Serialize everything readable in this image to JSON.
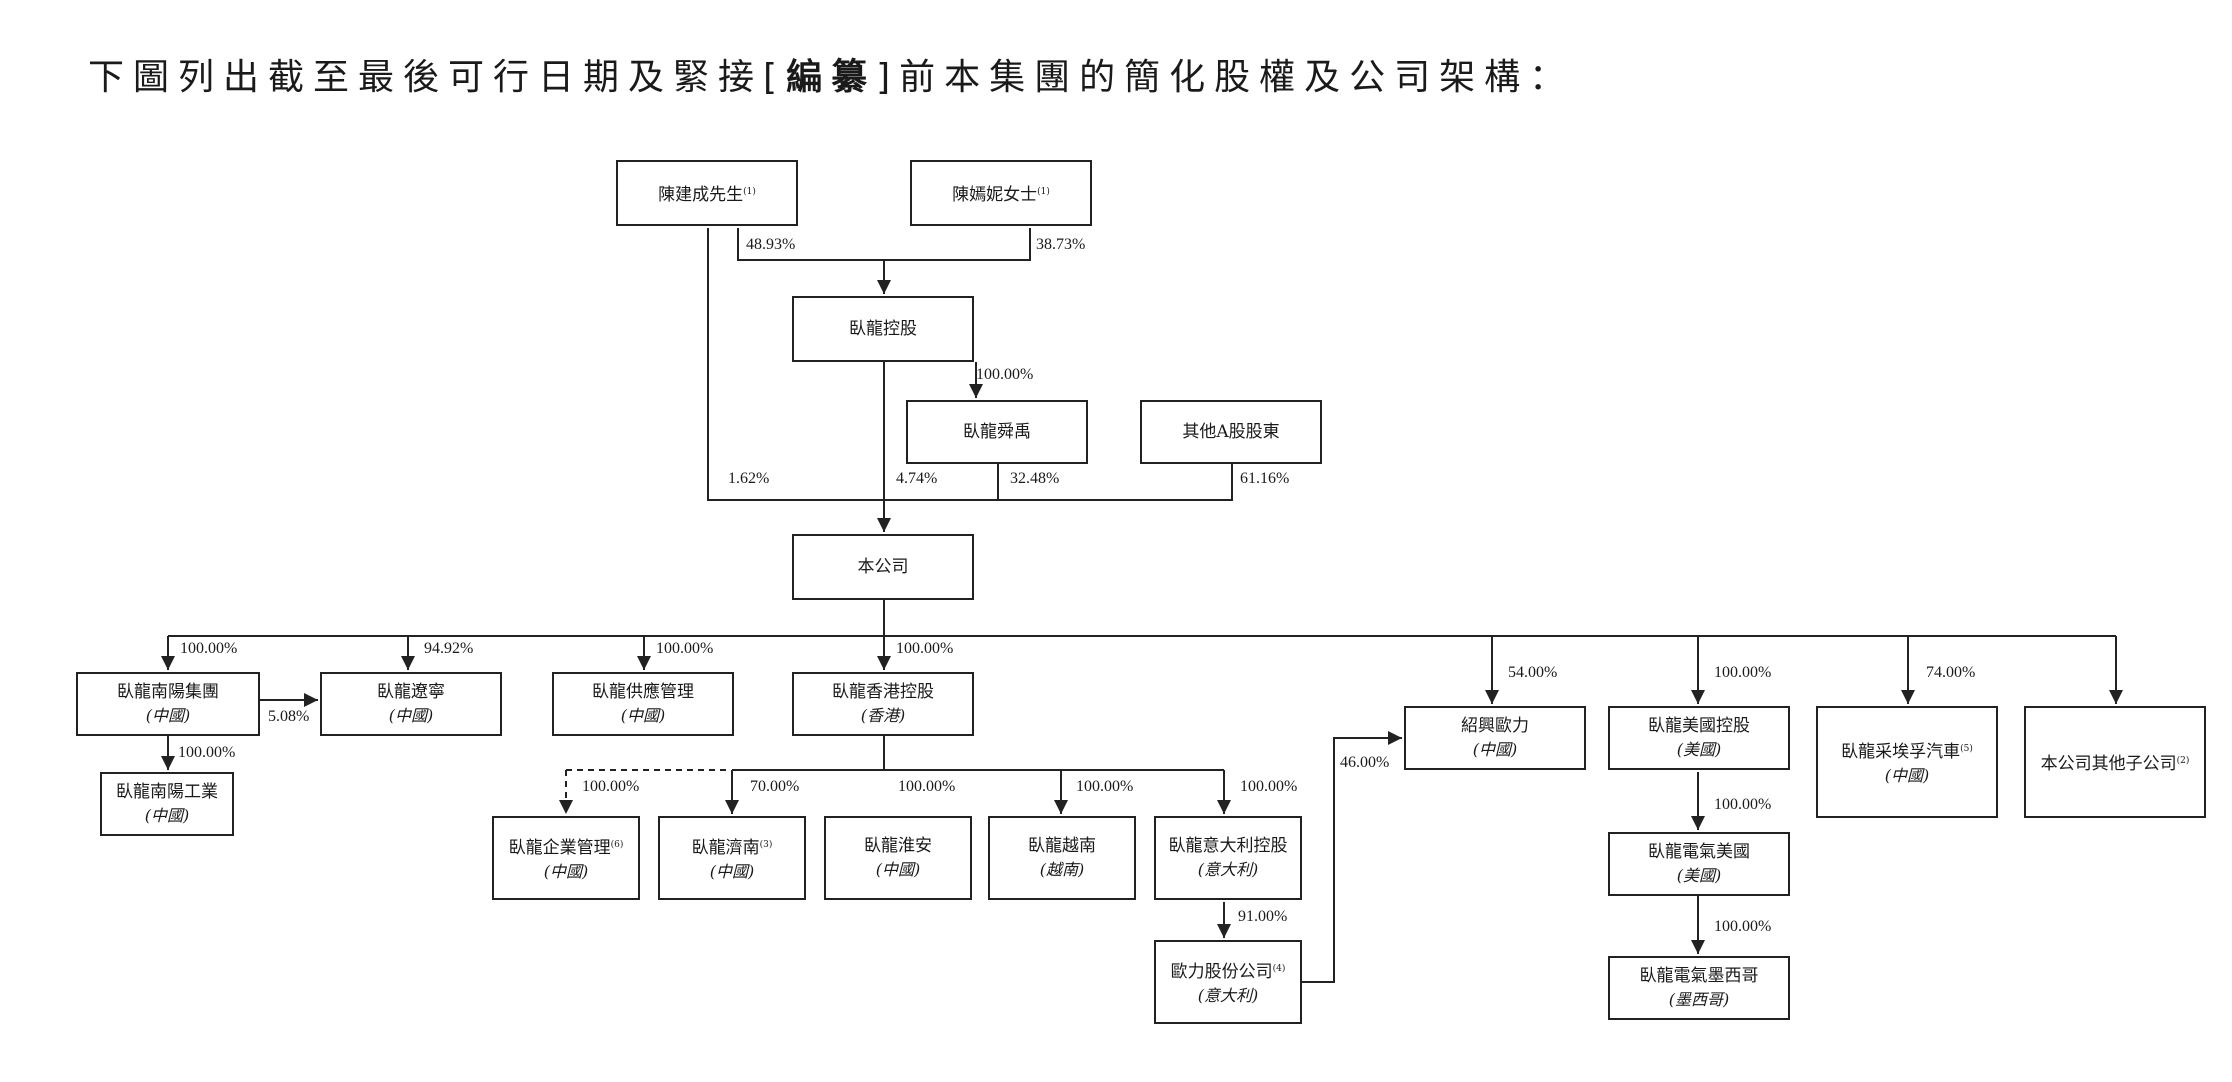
{
  "heading": {
    "pre": "下圖列出截至最後可行日期及緊接",
    "bracket_open": "[",
    "redacted": "編纂",
    "bracket_close": "]",
    "post": "前本集團的簡化股權及公司架構："
  },
  "entities": {
    "chen_jiancheng": {
      "name": "陳建成先生",
      "note": "(1)"
    },
    "chen_yanni": {
      "name": "陳嫣妮女士",
      "note": "(1)"
    },
    "wolong_holding": {
      "name": "臥龍控股"
    },
    "wolong_shunyu": {
      "name": "臥龍舜禹"
    },
    "other_a": {
      "name": "其他A股股東"
    },
    "company": {
      "name": "本公司"
    },
    "nanyang_group": {
      "name": "臥龍南陽集團",
      "loc": "(中國)"
    },
    "nanyang_industry": {
      "name": "臥龍南陽工業",
      "loc": "(中國)"
    },
    "liaoning": {
      "name": "臥龍遼寧",
      "loc": "(中國)"
    },
    "supply": {
      "name": "臥龍供應管理",
      "loc": "(中國)"
    },
    "hk_holding": {
      "name": "臥龍香港控股",
      "loc": "(香港)"
    },
    "enterprise_mgmt": {
      "name": "臥龍企業管理",
      "note": "(6)",
      "loc": "(中國)"
    },
    "jinan": {
      "name": "臥龍濟南",
      "note": "(3)",
      "loc": "(中國)"
    },
    "huaian": {
      "name": "臥龍淮安",
      "loc": "(中國)"
    },
    "vietnam": {
      "name": "臥龍越南",
      "loc": "(越南)"
    },
    "italy_holding": {
      "name": "臥龍意大利控股",
      "loc": "(意大利)"
    },
    "oli": {
      "name": "歐力股份公司",
      "note": "(4)",
      "loc": "(意大利)"
    },
    "shaoxing_oli": {
      "name": "紹興歐力",
      "loc": "(中國)"
    },
    "us_holding": {
      "name": "臥龍美國控股",
      "loc": "(美國)"
    },
    "electric_us": {
      "name": "臥龍電氣美國",
      "loc": "(美國)"
    },
    "electric_mexico": {
      "name": "臥龍電氣墨西哥",
      "loc": "(墨西哥)"
    },
    "caifu_auto": {
      "name": "臥龍采埃孚汽車",
      "note": "(5)",
      "loc": "(中國)"
    },
    "other_subs": {
      "name": "本公司其他子公司",
      "note": "(2)"
    }
  },
  "percentages": {
    "chen_jc_to_holding": "48.93%",
    "chen_yn_to_holding": "38.73%",
    "holding_to_shunyu": "100.00%",
    "chen_jc_to_company": "1.62%",
    "holding_to_company": "4.74%",
    "shunyu_to_company": "32.48%",
    "other_a_to_company": "61.16%",
    "to_nanyang_group": "100.00%",
    "to_liaoning": "94.92%",
    "nanyang_to_liaoning": "5.08%",
    "to_nanyang_industry": "100.00%",
    "to_supply": "100.00%",
    "to_hk_holding": "100.00%",
    "to_enterprise_mgmt": "100.00%",
    "to_jinan": "70.00%",
    "to_huaian": "100.00%",
    "to_vietnam": "100.00%",
    "to_italy_holding": "100.00%",
    "to_oli": "91.00%",
    "oli_to_shaoxing": "46.00%",
    "to_shaoxing": "54.00%",
    "to_us_holding": "100.00%",
    "to_electric_us": "100.00%",
    "to_electric_mexico": "100.00%",
    "to_caifu_auto": "74.00%"
  }
}
